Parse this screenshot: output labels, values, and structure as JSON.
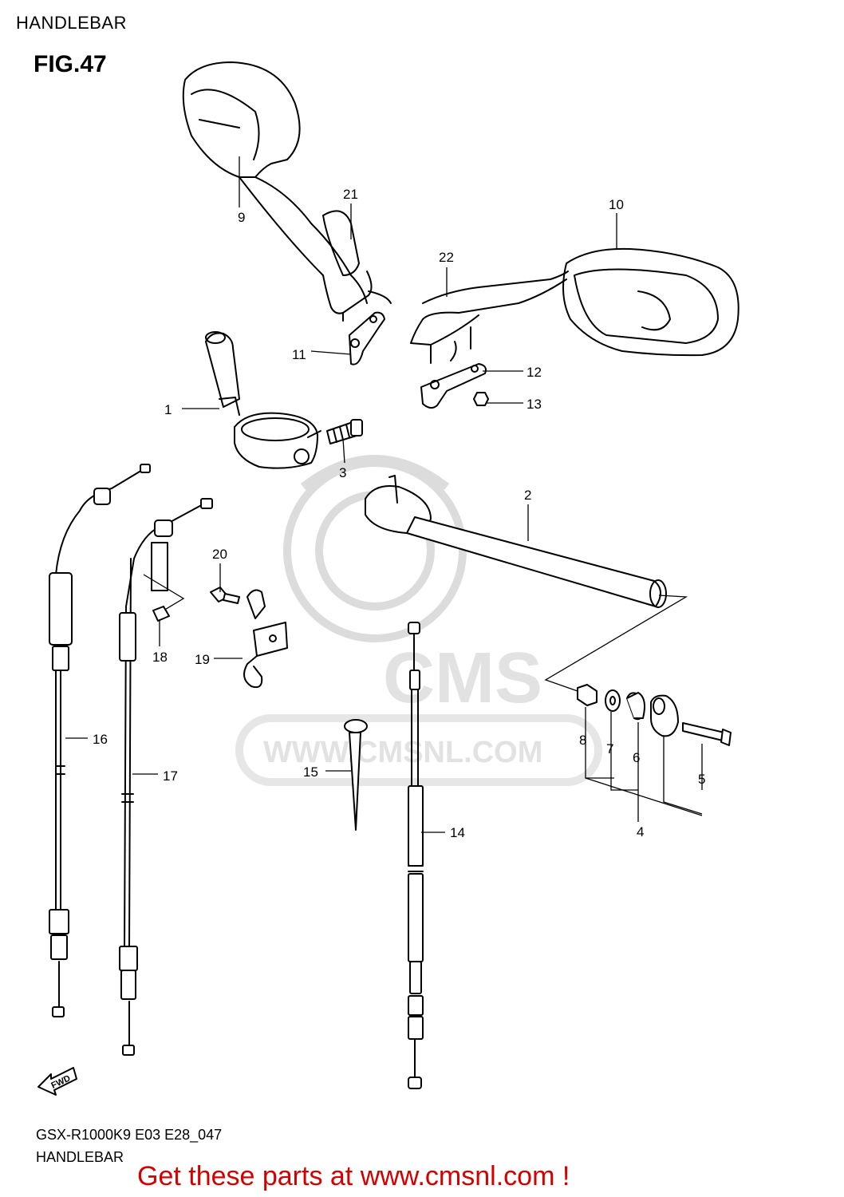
{
  "header": {
    "title": "HANDLEBAR",
    "figure": "FIG.47"
  },
  "watermark": {
    "logo_text": "CMS",
    "url_text": "WWW.CMSNL.COM"
  },
  "footer": {
    "model_code": "GSX-R1000K9 E03 E28_047",
    "section": "HANDLEBAR"
  },
  "promo": {
    "text": "Get these parts at www.cmsnl.com !",
    "color": "#d40000"
  },
  "fwd_label": "FWD",
  "callouts": [
    "1",
    "2",
    "3",
    "4",
    "5",
    "6",
    "7",
    "8",
    "9",
    "10",
    "11",
    "12",
    "13",
    "14",
    "15",
    "16",
    "17",
    "18",
    "19",
    "20",
    "21",
    "22"
  ]
}
